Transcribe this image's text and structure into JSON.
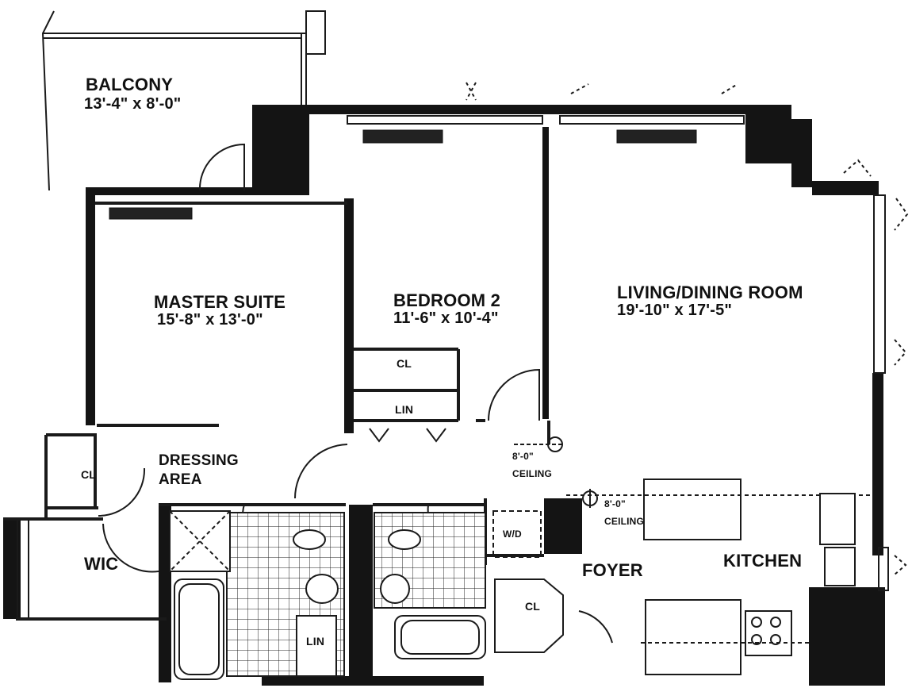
{
  "rooms": {
    "balcony": {
      "name": "BALCONY",
      "dims": "13'-4\" x 8'-0\""
    },
    "master_suite": {
      "name": "MASTER SUITE",
      "dims": "15'-8\" x 13'-0\""
    },
    "bedroom2": {
      "name": "BEDROOM 2",
      "dims": "11'-6\" x 10'-4\""
    },
    "living_dining": {
      "name": "LIVING/DINING ROOM",
      "dims": "19'-10\" x 17'-5\""
    },
    "dressing_area": {
      "line1": "DRESSING",
      "line2": "AREA"
    },
    "wic": {
      "name": "WIC"
    },
    "foyer": {
      "name": "FOYER"
    },
    "kitchen": {
      "name": "KITCHEN"
    }
  },
  "closets": {
    "dressing_cl": "CL",
    "bedroom_cl": "CL",
    "bedroom_lin": "LIN",
    "bath_lin": "LIN",
    "foyer_cl": "CL",
    "washer_dryer": "W/D"
  },
  "ceiling_notes": [
    {
      "height": "8'-0\"",
      "label": "CEILING"
    },
    {
      "height": "8'-0\"",
      "label": "CEILING"
    }
  ],
  "colors": {
    "wall": "#141414",
    "line": "#1a1a1a",
    "background": "#ffffff"
  }
}
